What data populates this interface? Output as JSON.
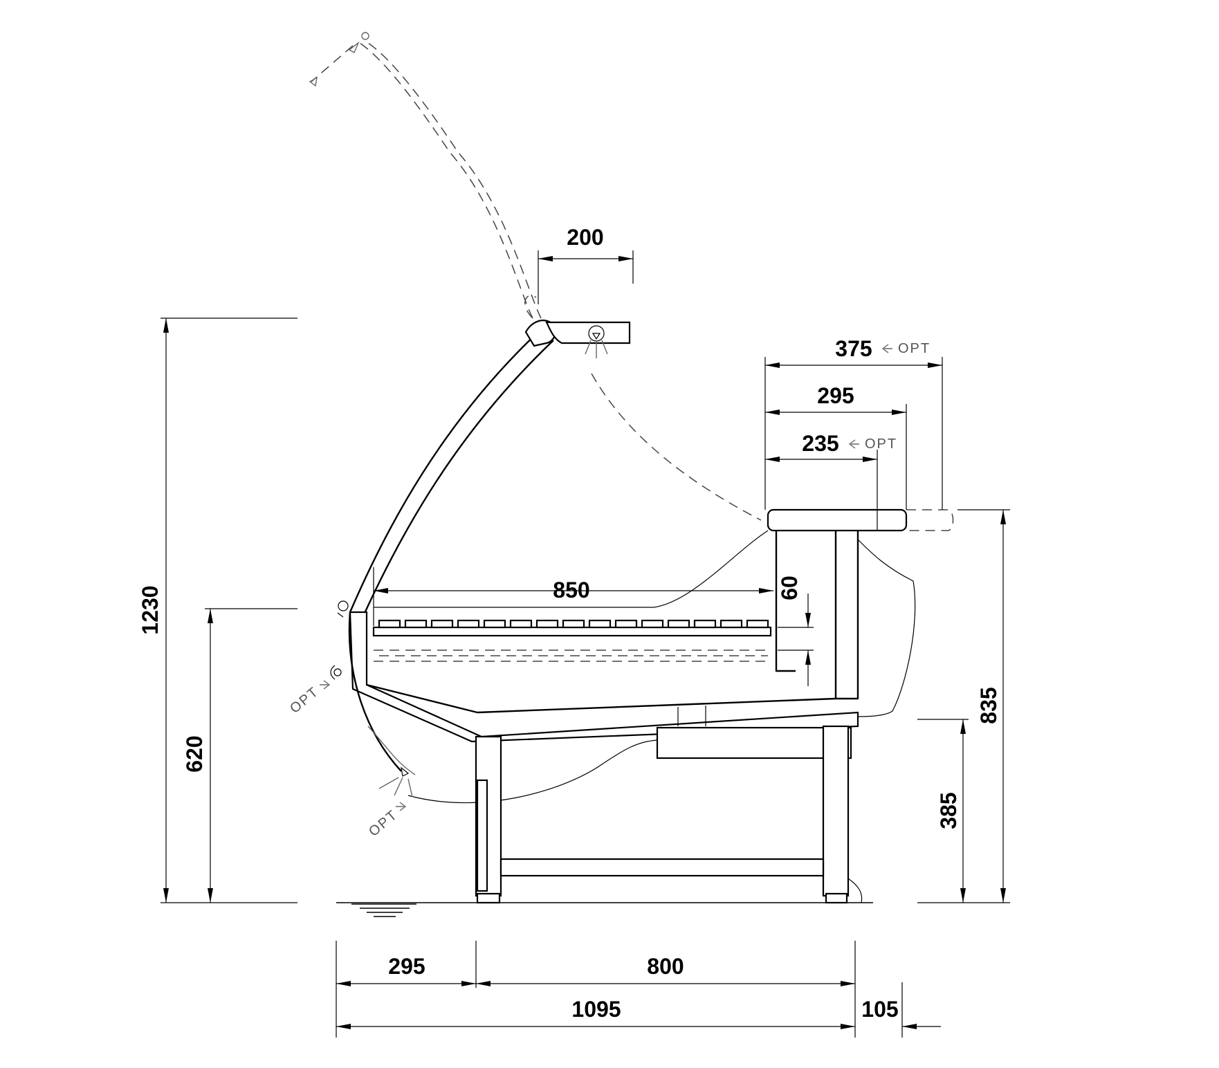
{
  "dimensions": {
    "glass_offset": "200",
    "top_opt_wide": "375",
    "top_mid": "295",
    "top_opt_narrow": "235",
    "shelf_depth": "850",
    "shelf_step": "60",
    "total_height": "1230",
    "counter_height": "620",
    "worktop_height": "835",
    "lower_shelf_height": "385",
    "front_overhang": "295",
    "base_depth": "800",
    "overall_depth": "1095",
    "rear_extension": "105"
  },
  "labels": {
    "opt": "OPT"
  },
  "colors": {
    "line": "#000000",
    "dashed": "#444444",
    "note": "#555555"
  }
}
